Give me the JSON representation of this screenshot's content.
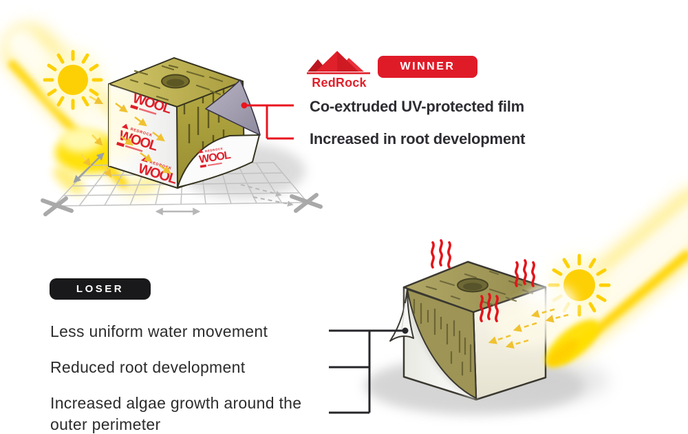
{
  "page": {
    "background": "#ffffff"
  },
  "brand": {
    "name": "RedRock",
    "wordmark": "WOOL",
    "wordmark_prefix": "REDROCK"
  },
  "winner": {
    "badge": "WINNER",
    "point_film": "Co-extruded UV-protected film",
    "point_root": "Increased in root development"
  },
  "loser": {
    "badge": "LOSER",
    "point_water": "Less uniform water movement",
    "point_root": "Reduced root development",
    "point_algae": "Increased algae growth around the outer perimeter"
  },
  "colors": {
    "brand_red": "#e01b28",
    "callout_red": "#e8141f",
    "callout_black": "#26262a",
    "winner_badge_bg": "#e01b28",
    "loser_badge_bg": "#19191b",
    "heading_text": "#2d2d33",
    "body_text": "#2c2c2c",
    "sun_yellow": "#fdd005",
    "beam_yellow": "#ffe96a",
    "rockwool_olive_top": "#b3a84a",
    "rockwool_olive_dark": "#9d9455",
    "film_white": "#ffffff",
    "peel_flap_gray": "#a4a0b2",
    "heat_red": "#e2151b",
    "grid_gray": "#c2c2c2"
  },
  "icons": {
    "sun-icon": "☀",
    "heat-waves-icon": "≈",
    "mountain-logo-icon": "▲",
    "flow-arrow-icon": "→"
  }
}
